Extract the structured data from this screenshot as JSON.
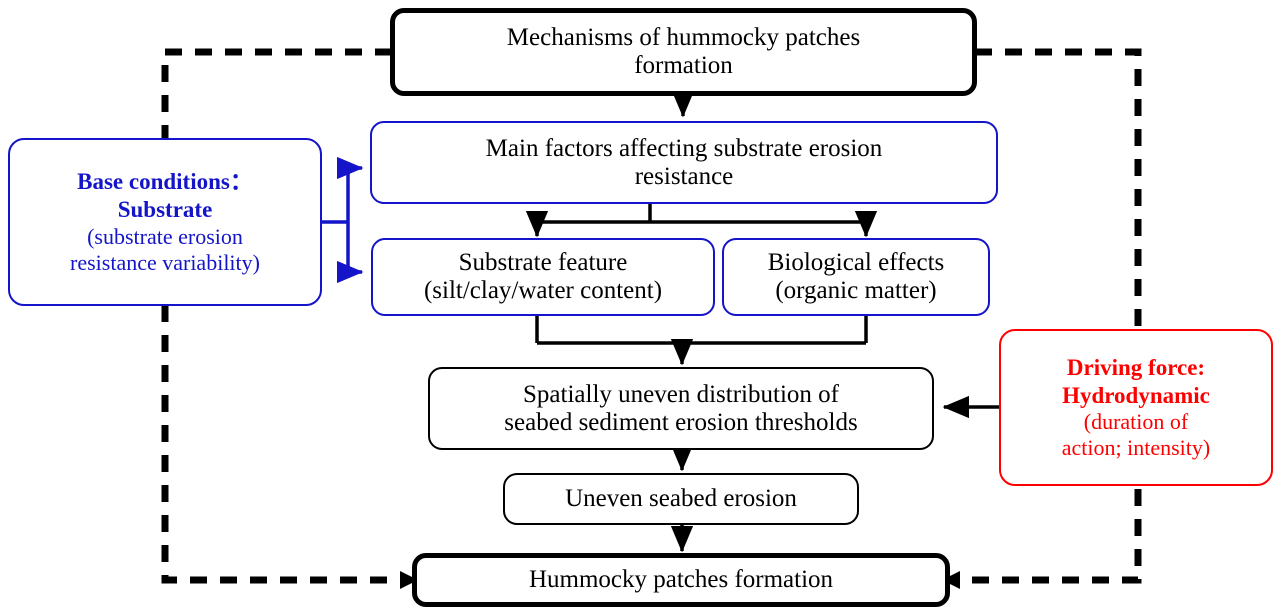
{
  "diagram": {
    "title": "Mechanisms of hummocky patches formation",
    "colors": {
      "blue": "#1414C8",
      "red": "#FF0000",
      "black": "#000000",
      "background": "#FFFFFF"
    },
    "nodes": {
      "root": {
        "label": "Mechanisms of hummocky patches\nformation"
      },
      "main_factors": {
        "label": "Main factors affecting substrate erosion\nresistance"
      },
      "substrate_feature": {
        "label": "Substrate feature\n(silt/clay/water content)"
      },
      "biological_effects": {
        "label": "Biological effects\n(organic matter)"
      },
      "uneven_thresholds": {
        "label": "Spatially uneven distribution of\nseabed sediment erosion thresholds"
      },
      "uneven_erosion": {
        "label": "Uneven seabed erosion"
      },
      "outcome": {
        "label": "Hummocky patches formation"
      },
      "base_conditions": {
        "heading_line1": "Base conditions：",
        "heading_line2": "Substrate",
        "sub_line1": "(substrate erosion",
        "sub_line2": "resistance variability)"
      },
      "driving_force": {
        "heading_line1": "Driving force:",
        "heading_line2": "Hydrodynamic",
        "sub_line1": "(duration of",
        "sub_line2": "action; intensity)"
      }
    },
    "edges": [
      {
        "name": "root-to-main-factors",
        "style": "solid",
        "color": "#000000"
      },
      {
        "name": "main-factors-split-to-substrate-feature",
        "style": "solid",
        "color": "#000000"
      },
      {
        "name": "main-factors-split-to-biological-effects",
        "style": "solid",
        "color": "#000000"
      },
      {
        "name": "factors-merge-to-uneven-thresholds",
        "style": "solid",
        "color": "#000000"
      },
      {
        "name": "uneven-thresholds-to-uneven-erosion",
        "style": "solid",
        "color": "#000000"
      },
      {
        "name": "uneven-erosion-to-outcome",
        "style": "solid",
        "color": "#000000"
      },
      {
        "name": "driving-force-to-uneven-thresholds",
        "style": "solid",
        "color": "#000000"
      },
      {
        "name": "base-conditions-to-main-factors",
        "style": "solid",
        "color": "#1414C8"
      },
      {
        "name": "base-conditions-to-substrate-feature",
        "style": "solid",
        "color": "#1414C8"
      },
      {
        "name": "root-loop-left-to-outcome",
        "style": "dashed",
        "color": "#000000"
      },
      {
        "name": "root-loop-right-to-outcome",
        "style": "dashed",
        "color": "#000000"
      }
    ]
  }
}
